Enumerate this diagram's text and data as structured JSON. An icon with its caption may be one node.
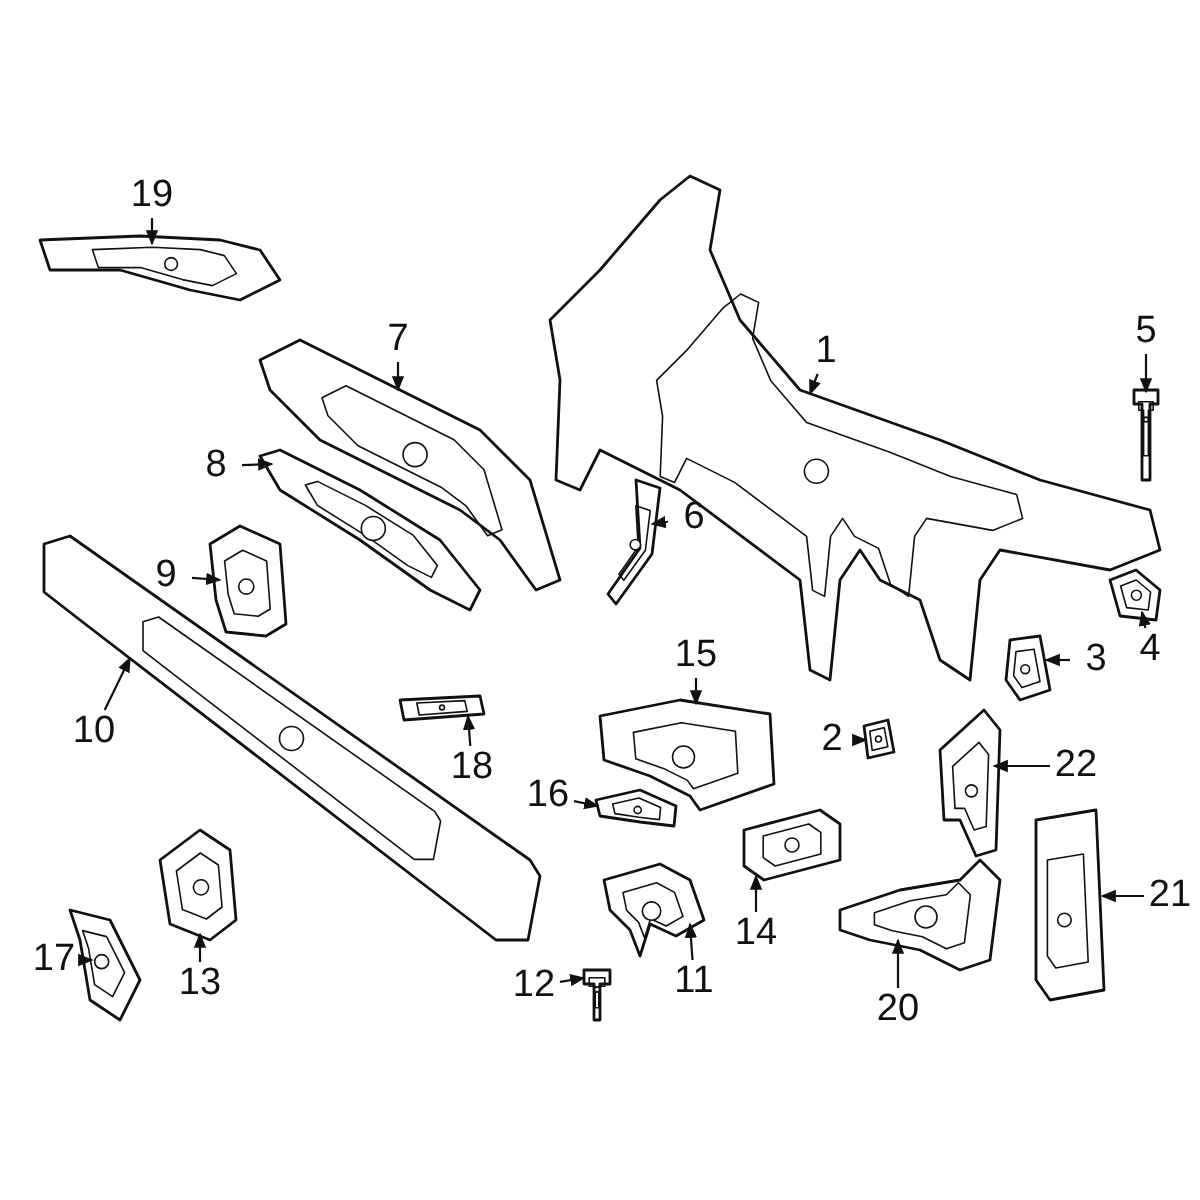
{
  "diagram": {
    "nodes": [
      {
        "text": [
          "1"
        ]
      },
      {
        "text": [
          "2"
        ]
      },
      {
        "text": [
          "3"
        ]
      },
      {
        "text": [
          "4"
        ]
      },
      {
        "text": [
          "5"
        ]
      },
      {
        "text": [
          "6"
        ]
      },
      {
        "text": [
          "7"
        ]
      },
      {
        "text": [
          "8"
        ]
      },
      {
        "text": [
          "9"
        ]
      },
      {
        "text": [
          "10"
        ]
      },
      {
        "text": [
          "11"
        ]
      },
      {
        "text": [
          "12"
        ]
      },
      {
        "text": [
          "13"
        ]
      },
      {
        "text": [
          "14"
        ]
      },
      {
        "text": [
          "15"
        ]
      },
      {
        "text": [
          "16"
        ]
      },
      {
        "text": [
          "17"
        ]
      },
      {
        "text": [
          "18"
        ]
      },
      {
        "text": [
          "19"
        ]
      },
      {
        "text": [
          "20"
        ]
      },
      {
        "text": [
          "21"
        ]
      },
      {
        "text": [
          "22"
        ]
      },
      {
        "text": [],
        "shape": "picture"
      },
      {
        "text": [],
        "shape": "picture"
      },
      {
        "text": [],
        "shape": "picture"
      },
      {
        "text": [],
        "shape": "picture"
      },
      {
        "text": [],
        "shape": "picture"
      },
      {
        "text": [],
        "shape": "picture"
      },
      {
        "text": [],
        "shape": "picture"
      },
      {
        "text": [],
        "shape": "picture"
      },
      {
        "text": [],
        "shape": "picture"
      },
      {
        "text": [],
        "shape": "picture"
      },
      {
        "text": [],
        "shape": "picture"
      },
      {
        "text": [],
        "shape": "picture"
      },
      {
        "text": [],
        "shape": "picture"
      },
      {
        "text": [],
        "shape": "picture"
      },
      {
        "text": [],
        "shape": "picture"
      },
      {
        "text": [],
        "shape": "picture"
      },
      {
        "text": [],
        "shape": "picture"
      },
      {
        "text": [],
        "shape": "picture"
      },
      {
        "text": [],
        "shape": "picture"
      },
      {
        "text": [],
        "shape": "picture"
      },
      {
        "text": [],
        "shape": "picture"
      },
      {
        "text": [],
        "shape": "picture"
      }
    ],
    "edges": [
      {
        "from": 0,
        "to": 22,
        "arrow": "to"
      },
      {
        "from": 1,
        "to": 23,
        "arrow": "to"
      },
      {
        "from": 2,
        "to": 24,
        "arrow": "to"
      },
      {
        "from": 3,
        "to": 25,
        "arrow": "to"
      },
      {
        "from": 4,
        "to": 26,
        "arrow": "to"
      },
      {
        "from": 5,
        "to": 27,
        "arrow": "to"
      },
      {
        "from": 6,
        "to": 28,
        "arrow": "to"
      },
      {
        "from": 7,
        "to": 29,
        "arrow": "to"
      },
      {
        "from": 8,
        "to": 30,
        "arrow": "to"
      },
      {
        "from": 9,
        "to": 31,
        "arrow": "to"
      },
      {
        "from": 10,
        "to": 32,
        "arrow": "to"
      },
      {
        "from": 11,
        "to": 33,
        "arrow": "to"
      },
      {
        "from": 12,
        "to": 34,
        "arrow": "to"
      },
      {
        "from": 13,
        "to": 35,
        "arrow": "to"
      },
      {
        "from": 14,
        "to": 36,
        "arrow": "to"
      },
      {
        "from": 15,
        "to": 37,
        "arrow": "to"
      },
      {
        "from": 16,
        "to": 38,
        "arrow": "to"
      },
      {
        "from": 17,
        "to": 39,
        "arrow": "to"
      },
      {
        "from": 18,
        "to": 40,
        "arrow": "to"
      },
      {
        "from": 19,
        "to": 41,
        "arrow": "to"
      },
      {
        "from": 20,
        "to": 42,
        "arrow": "to"
      },
      {
        "from": 21,
        "to": 43,
        "arrow": "to"
      }
    ]
  }
}
